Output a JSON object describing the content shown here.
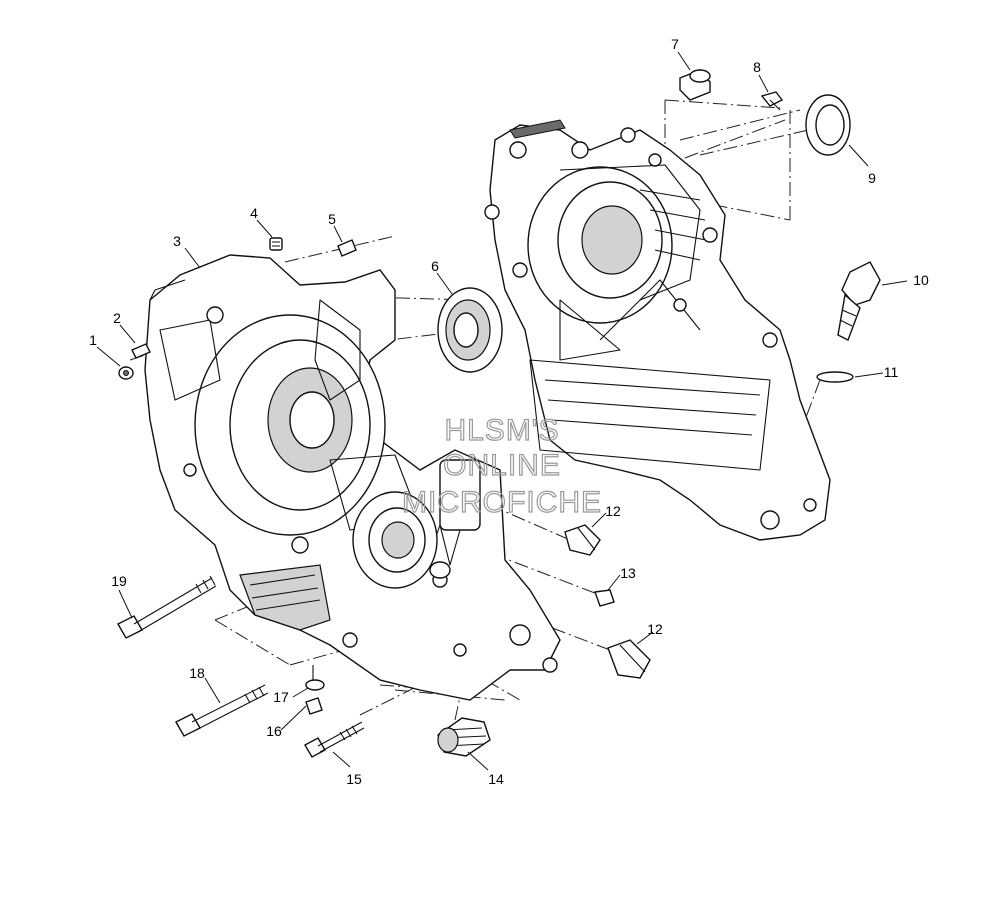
{
  "watermark": {
    "lines": [
      "HLSM'S",
      "ONLINE",
      "MICROFICHE"
    ]
  },
  "callouts": [
    {
      "id": "c1",
      "label": "1"
    },
    {
      "id": "c2",
      "label": "2"
    },
    {
      "id": "c3",
      "label": "3"
    },
    {
      "id": "c4",
      "label": "4"
    },
    {
      "id": "c5",
      "label": "5"
    },
    {
      "id": "c6",
      "label": "6"
    },
    {
      "id": "c7",
      "label": "7"
    },
    {
      "id": "c8",
      "label": "8"
    },
    {
      "id": "c9",
      "label": "9"
    },
    {
      "id": "c10",
      "label": "10"
    },
    {
      "id": "c11",
      "label": "11"
    },
    {
      "id": "c12a",
      "label": "12"
    },
    {
      "id": "c12b",
      "label": "12"
    },
    {
      "id": "c13",
      "label": "13"
    },
    {
      "id": "c14",
      "label": "14"
    },
    {
      "id": "c15",
      "label": "15"
    },
    {
      "id": "c16",
      "label": "16"
    },
    {
      "id": "c17",
      "label": "17"
    },
    {
      "id": "c18",
      "label": "18"
    },
    {
      "id": "c19",
      "label": "19"
    }
  ]
}
